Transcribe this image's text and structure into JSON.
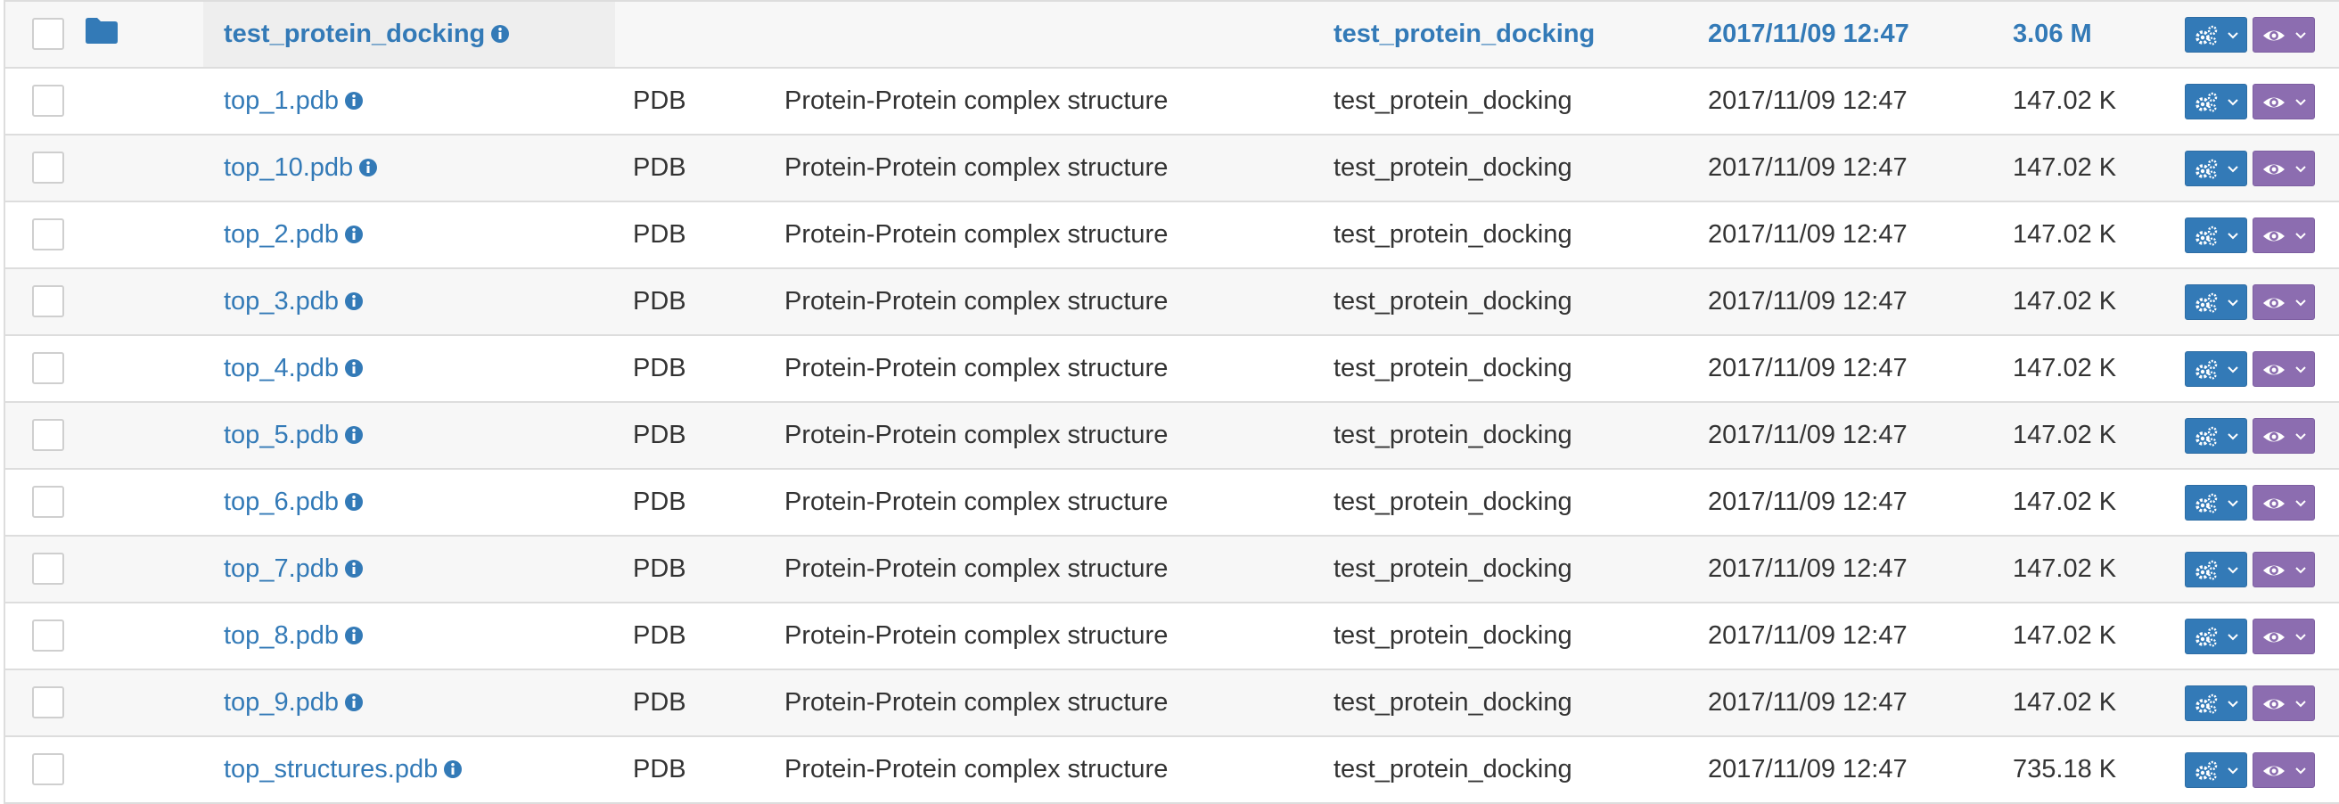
{
  "folder": {
    "name": "test_protein_docking",
    "type": "",
    "description": "",
    "project": "test_protein_docking",
    "date": "2017/11/09 12:47",
    "size": "3.06 M"
  },
  "files": [
    {
      "name": "top_1.pdb",
      "type": "PDB",
      "description": "Protein-Protein complex structure",
      "project": "test_protein_docking",
      "date": "2017/11/09 12:47",
      "size": "147.02 K"
    },
    {
      "name": "top_10.pdb",
      "type": "PDB",
      "description": "Protein-Protein complex structure",
      "project": "test_protein_docking",
      "date": "2017/11/09 12:47",
      "size": "147.02 K"
    },
    {
      "name": "top_2.pdb",
      "type": "PDB",
      "description": "Protein-Protein complex structure",
      "project": "test_protein_docking",
      "date": "2017/11/09 12:47",
      "size": "147.02 K"
    },
    {
      "name": "top_3.pdb",
      "type": "PDB",
      "description": "Protein-Protein complex structure",
      "project": "test_protein_docking",
      "date": "2017/11/09 12:47",
      "size": "147.02 K"
    },
    {
      "name": "top_4.pdb",
      "type": "PDB",
      "description": "Protein-Protein complex structure",
      "project": "test_protein_docking",
      "date": "2017/11/09 12:47",
      "size": "147.02 K"
    },
    {
      "name": "top_5.pdb",
      "type": "PDB",
      "description": "Protein-Protein complex structure",
      "project": "test_protein_docking",
      "date": "2017/11/09 12:47",
      "size": "147.02 K"
    },
    {
      "name": "top_6.pdb",
      "type": "PDB",
      "description": "Protein-Protein complex structure",
      "project": "test_protein_docking",
      "date": "2017/11/09 12:47",
      "size": "147.02 K"
    },
    {
      "name": "top_7.pdb",
      "type": "PDB",
      "description": "Protein-Protein complex structure",
      "project": "test_protein_docking",
      "date": "2017/11/09 12:47",
      "size": "147.02 K"
    },
    {
      "name": "top_8.pdb",
      "type": "PDB",
      "description": "Protein-Protein complex structure",
      "project": "test_protein_docking",
      "date": "2017/11/09 12:47",
      "size": "147.02 K"
    },
    {
      "name": "top_9.pdb",
      "type": "PDB",
      "description": "Protein-Protein complex structure",
      "project": "test_protein_docking",
      "date": "2017/11/09 12:47",
      "size": "147.02 K"
    },
    {
      "name": "top_structures.pdb",
      "type": "PDB",
      "description": "Protein-Protein complex structure",
      "project": "test_protein_docking",
      "date": "2017/11/09 12:47",
      "size": "735.18 K"
    }
  ],
  "icons": {
    "folder": "folder-icon",
    "info": "info-circle-icon",
    "actions": "gears-icon",
    "view": "eye-icon",
    "caret": "chevron-down-icon"
  },
  "colors": {
    "link": "#337ab7",
    "actions_button": "#337ab7",
    "view_button": "#8c6db0",
    "row_stripe": "#f7f7f7",
    "border": "#dddddd"
  }
}
